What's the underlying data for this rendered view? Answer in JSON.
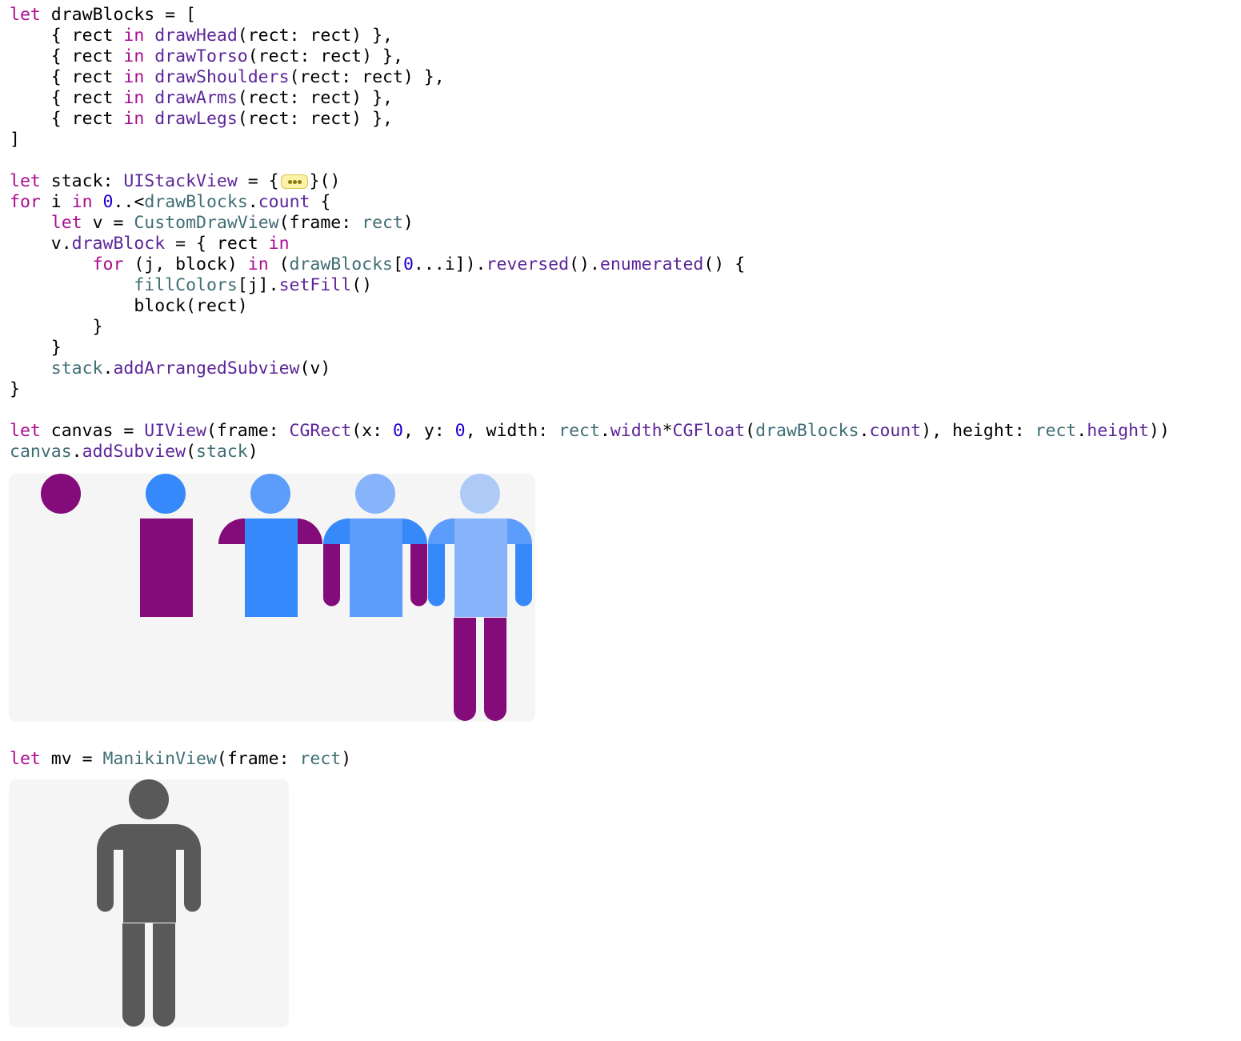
{
  "code_block_1": [
    [
      [
        "kw",
        "let"
      ],
      [
        "t",
        " drawBlocks = ["
      ]
    ],
    [
      [
        "t",
        "    { rect "
      ],
      [
        "kw",
        "in"
      ],
      [
        "t",
        " "
      ],
      [
        "ty",
        "drawHead"
      ],
      [
        "t",
        "(rect: rect) },"
      ]
    ],
    [
      [
        "t",
        "    { rect "
      ],
      [
        "kw",
        "in"
      ],
      [
        "t",
        " "
      ],
      [
        "ty",
        "drawTorso"
      ],
      [
        "t",
        "(rect: rect) },"
      ]
    ],
    [
      [
        "t",
        "    { rect "
      ],
      [
        "kw",
        "in"
      ],
      [
        "t",
        " "
      ],
      [
        "ty",
        "drawShoulders"
      ],
      [
        "t",
        "(rect: rect) },"
      ]
    ],
    [
      [
        "t",
        "    { rect "
      ],
      [
        "kw",
        "in"
      ],
      [
        "t",
        " "
      ],
      [
        "ty",
        "drawArms"
      ],
      [
        "t",
        "(rect: rect) },"
      ]
    ],
    [
      [
        "t",
        "    { rect "
      ],
      [
        "kw",
        "in"
      ],
      [
        "t",
        " "
      ],
      [
        "ty",
        "drawLegs"
      ],
      [
        "t",
        "(rect: rect) },"
      ]
    ],
    [
      [
        "t",
        "]"
      ]
    ],
    [],
    [
      [
        "kw",
        "let"
      ],
      [
        "t",
        " stack: "
      ],
      [
        "ty",
        "UIStackView"
      ],
      [
        "t",
        " = {"
      ],
      [
        "fold",
        ""
      ],
      [
        "t",
        "}()"
      ]
    ],
    [
      [
        "kw",
        "for"
      ],
      [
        "t",
        " i "
      ],
      [
        "kw",
        "in"
      ],
      [
        "t",
        " "
      ],
      [
        "nm",
        "0"
      ],
      [
        "t",
        "..<"
      ],
      [
        "pr",
        "drawBlocks"
      ],
      [
        "t",
        "."
      ],
      [
        "ty",
        "count"
      ],
      [
        "t",
        " {"
      ]
    ],
    [
      [
        "t",
        "    "
      ],
      [
        "kw",
        "let"
      ],
      [
        "t",
        " v = "
      ],
      [
        "pr",
        "CustomDrawView"
      ],
      [
        "t",
        "(frame: "
      ],
      [
        "pr",
        "rect"
      ],
      [
        "t",
        ")"
      ]
    ],
    [
      [
        "t",
        "    v."
      ],
      [
        "ty",
        "drawBlock"
      ],
      [
        "t",
        " = { rect "
      ],
      [
        "kw",
        "in"
      ]
    ],
    [
      [
        "t",
        "        "
      ],
      [
        "kw",
        "for"
      ],
      [
        "t",
        " (j, block) "
      ],
      [
        "kw",
        "in"
      ],
      [
        "t",
        " ("
      ],
      [
        "pr",
        "drawBlocks"
      ],
      [
        "t",
        "["
      ],
      [
        "nm",
        "0"
      ],
      [
        "t",
        "...i])."
      ],
      [
        "ty",
        "reversed"
      ],
      [
        "t",
        "()."
      ],
      [
        "ty",
        "enumerated"
      ],
      [
        "t",
        "() {"
      ]
    ],
    [
      [
        "t",
        "            "
      ],
      [
        "pr",
        "fillColors"
      ],
      [
        "t",
        "[j]."
      ],
      [
        "ty",
        "setFill"
      ],
      [
        "t",
        "()"
      ]
    ],
    [
      [
        "t",
        "            block(rect)"
      ]
    ],
    [
      [
        "t",
        "        }"
      ]
    ],
    [
      [
        "t",
        "    }"
      ]
    ],
    [
      [
        "t",
        "    "
      ],
      [
        "pr",
        "stack"
      ],
      [
        "t",
        "."
      ],
      [
        "ty",
        "addArrangedSubview"
      ],
      [
        "t",
        "(v)"
      ]
    ],
    [
      [
        "t",
        "}"
      ]
    ],
    [],
    [
      [
        "kw",
        "let"
      ],
      [
        "t",
        " canvas = "
      ],
      [
        "ty",
        "UIView"
      ],
      [
        "t",
        "(frame: "
      ],
      [
        "ty",
        "CGRect"
      ],
      [
        "t",
        "(x: "
      ],
      [
        "nm",
        "0"
      ],
      [
        "t",
        ", y: "
      ],
      [
        "nm",
        "0"
      ],
      [
        "t",
        ", width: "
      ],
      [
        "pr",
        "rect"
      ],
      [
        "t",
        "."
      ],
      [
        "ty",
        "width"
      ],
      [
        "t",
        "*"
      ],
      [
        "ty",
        "CGFloat"
      ],
      [
        "t",
        "("
      ],
      [
        "pr",
        "drawBlocks"
      ],
      [
        "t",
        "."
      ],
      [
        "ty",
        "count"
      ],
      [
        "t",
        "), height: "
      ],
      [
        "pr",
        "rect"
      ],
      [
        "t",
        "."
      ],
      [
        "ty",
        "height"
      ],
      [
        "t",
        "))"
      ]
    ],
    [
      [
        "pr",
        "canvas"
      ],
      [
        "t",
        "."
      ],
      [
        "ty",
        "addSubview"
      ],
      [
        "t",
        "("
      ],
      [
        "pr",
        "stack"
      ],
      [
        "t",
        ")"
      ]
    ]
  ],
  "code_block_2": [
    [
      [
        "kw",
        "let"
      ],
      [
        "t",
        " mv = "
      ],
      [
        "pr",
        "ManikinView"
      ],
      [
        "t",
        "(frame: "
      ],
      [
        "pr",
        "rect"
      ],
      [
        "t",
        ")"
      ]
    ]
  ],
  "colors": {
    "purple": "#830c7a",
    "blue_1": "#3689fa",
    "blue_2": "#5c9cfa",
    "blue_3": "#86b3f9",
    "blue_4": "#aecbf8",
    "manikin_gray": "#595959",
    "preview_bg": "#f5f5f5"
  },
  "stack_views_count": 5,
  "manikin_parts": [
    "head",
    "torso",
    "shoulders",
    "arms",
    "legs"
  ]
}
